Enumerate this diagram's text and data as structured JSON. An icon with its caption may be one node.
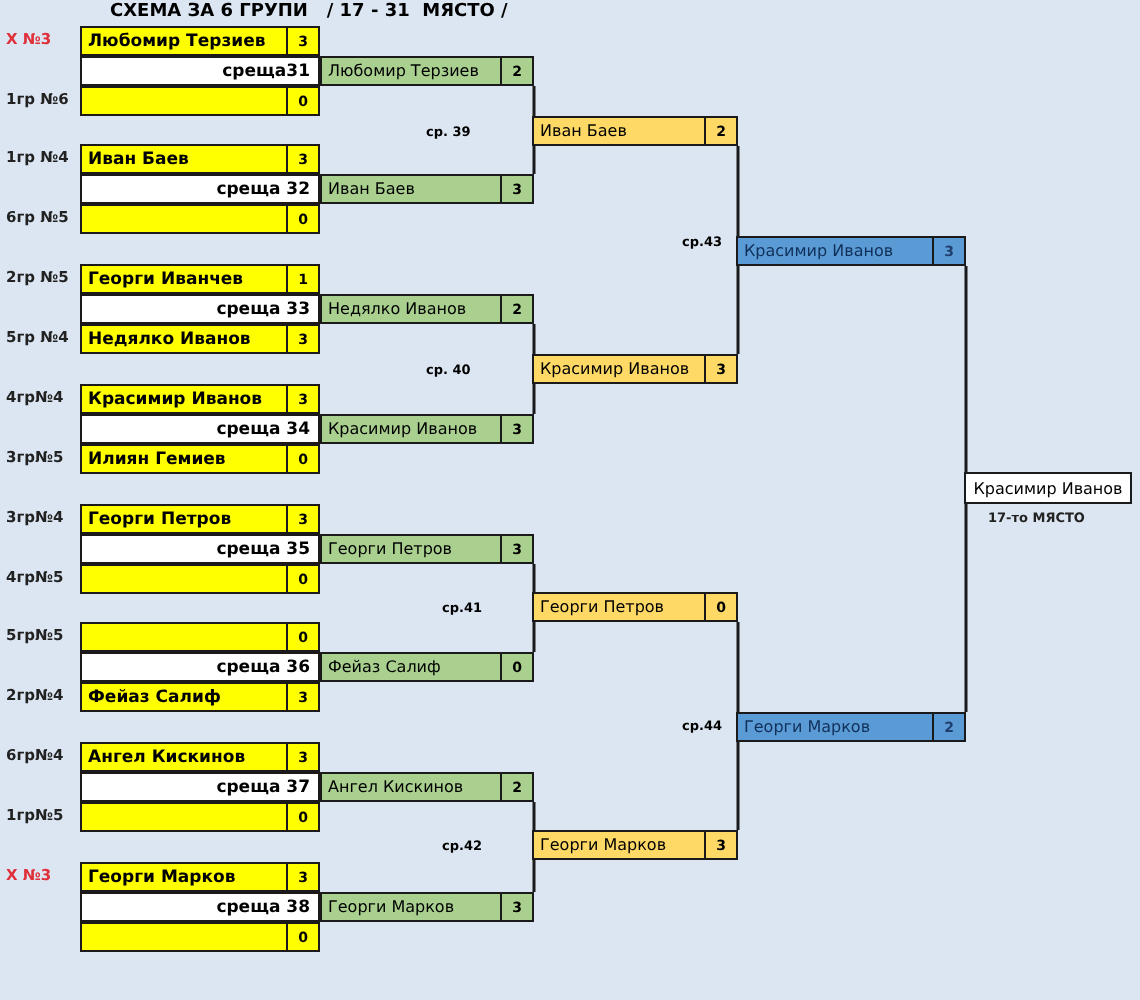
{
  "diagram": {
    "title": "СХЕМА ЗА 6 ГРУПИ   / 17 - 31  МЯСТО /",
    "nodes": [
      {
        "text": [
          "Любомир Терзиев",
          "3"
        ],
        "beside": [
          "Х №3"
        ]
      },
      {
        "text": [
          "среща31"
        ]
      },
      {
        "text": [
          "0"
        ],
        "beside": [
          "1гр №6"
        ]
      },
      {
        "text": [
          "Любомир Терзиев",
          "2"
        ]
      },
      {
        "text": [
          "Иван Баев",
          "3"
        ],
        "beside": [
          "1гр №4"
        ]
      },
      {
        "text": [
          "среща 32"
        ]
      },
      {
        "text": [
          "0"
        ],
        "beside": [
          "6гр №5"
        ]
      },
      {
        "text": [
          "Иван Баев",
          "3"
        ]
      },
      {
        "text": [
          "Георги Иванчев",
          "1"
        ],
        "beside": [
          "2гр №5"
        ]
      },
      {
        "text": [
          "среща 33"
        ]
      },
      {
        "text": [
          "Недялко Иванов",
          "3"
        ],
        "beside": [
          "5гр №4"
        ]
      },
      {
        "text": [
          "Недялко Иванов",
          "2"
        ]
      },
      {
        "text": [
          "Красимир Иванов",
          "3"
        ],
        "beside": [
          "4гр№4"
        ]
      },
      {
        "text": [
          "среща 34"
        ]
      },
      {
        "text": [
          "Илиян Гемиев",
          "0"
        ],
        "beside": [
          "3гр№5"
        ]
      },
      {
        "text": [
          "Красимир Иванов",
          "3"
        ]
      },
      {
        "text": [
          "Георги Петров",
          "3"
        ],
        "beside": [
          "3гр№4"
        ]
      },
      {
        "text": [
          "среща 35"
        ]
      },
      {
        "text": [
          "0"
        ],
        "beside": [
          "4гр№5"
        ]
      },
      {
        "text": [
          "Георги Петров",
          "3"
        ]
      },
      {
        "text": [
          "0"
        ],
        "beside": [
          "5гр№5"
        ]
      },
      {
        "text": [
          "среща 36"
        ]
      },
      {
        "text": [
          "Фейаз Салиф",
          "3"
        ],
        "beside": [
          "2гр№4"
        ]
      },
      {
        "text": [
          "Фейаз Салиф",
          "0"
        ]
      },
      {
        "text": [
          "Ангел Кискинов",
          "3"
        ],
        "beside": [
          "6гр№4"
        ]
      },
      {
        "text": [
          "среща 37"
        ]
      },
      {
        "text": [
          "0"
        ],
        "beside": [
          "1гр№5"
        ]
      },
      {
        "text": [
          "Ангел Кискинов",
          "2"
        ]
      },
      {
        "text": [
          "Георги Марков",
          "3"
        ],
        "beside": [
          "Х №3"
        ]
      },
      {
        "text": [
          "среща 38"
        ]
      },
      {
        "text": [
          "0"
        ]
      },
      {
        "text": [
          "Георги Марков",
          "3"
        ]
      },
      {
        "text": [
          "Иван Баев",
          "2"
        ]
      },
      {
        "text": [
          "Красимир Иванов",
          "3"
        ]
      },
      {
        "text": [
          "Георги Петров",
          "0"
        ]
      },
      {
        "text": [
          "Георги Марков",
          "3"
        ]
      },
      {
        "text": [
          "Красимир Иванов",
          "3"
        ]
      },
      {
        "text": [
          "Георги Марков",
          "2"
        ]
      },
      {
        "text": [
          "Красимир Иванов"
        ],
        "beside": [
          "17-то МЯСТО"
        ]
      }
    ],
    "edges": [
      {
        "from": 3,
        "to": 32,
        "arrow": "none"
      },
      {
        "from": 7,
        "to": 32,
        "arrow": "none"
      },
      {
        "from": 11,
        "to": 33,
        "arrow": "none"
      },
      {
        "from": 15,
        "to": 33,
        "arrow": "none"
      },
      {
        "from": 19,
        "to": 34,
        "arrow": "none"
      },
      {
        "from": 23,
        "to": 34,
        "arrow": "none"
      },
      {
        "from": 27,
        "to": 35,
        "arrow": "none"
      },
      {
        "from": 31,
        "to": 35,
        "arrow": "none"
      },
      {
        "from": 32,
        "to": 36,
        "arrow": "none"
      },
      {
        "from": 33,
        "to": 36,
        "arrow": "none"
      },
      {
        "from": 34,
        "to": 37,
        "arrow": "none"
      },
      {
        "from": 35,
        "to": 37,
        "arrow": "none"
      },
      {
        "from": 36,
        "to": 38,
        "arrow": "none"
      },
      {
        "from": 37,
        "to": 38,
        "arrow": "none"
      }
    ],
    "labels": [
      "ср. 39",
      "ср.43",
      "ср. 40",
      "ср.41",
      "ср.44",
      "ср.42"
    ]
  }
}
